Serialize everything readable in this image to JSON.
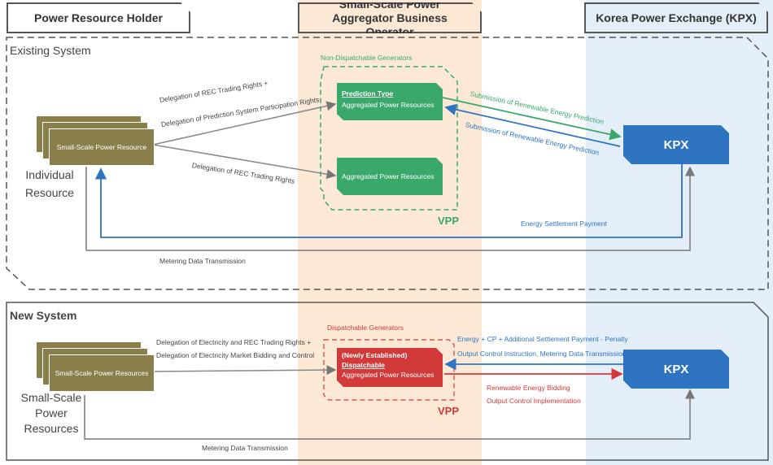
{
  "headers": {
    "holder": "Power Resource Holder",
    "aggregator": "Small-Scale Power Aggregator Business Operator",
    "kpx": "Korea Power Exchange (KPX)"
  },
  "existing": {
    "title": "Existing System",
    "resource_label": "Small-Scale Power Resource",
    "individual_label": "Individual Resource",
    "group_label": "Non-Dispatchable Generators",
    "prediction_type": "Prediction Type",
    "agg_top": "Aggregated Power Resources",
    "agg_bottom": "Aggregated Power Resources",
    "vpp": "VPP",
    "kpx": "KPX",
    "delegation_top_1": "Delegation of REC Trading Rights +",
    "delegation_top_2": "Delegation of Prediction System Participation Rights",
    "delegation_bottom": "Delegation of REC Trading Rights",
    "submission_green": "Submission of Renewable Energy Prediction",
    "submission_blue": "Submission of Renewable Energy Prediction",
    "settlement": "Energy Settlement Payment",
    "metering": "Metering Data Transmission"
  },
  "new": {
    "title": "New System",
    "resource_label": "Small-Scale Power Resources",
    "big_label": "Small-Scale Power Resources",
    "group_label": "Dispatchable Generators",
    "newly": "(Newly Established)",
    "dispatchable": "Dispatchable",
    "agg": "Aggregated Power Resources",
    "vpp": "VPP",
    "kpx": "KPX",
    "delegation_1": "Delegation of Electricity and REC Trading Rights +",
    "delegation_2": "Delegation of Electricity Market Bidding and Control",
    "energy_cp": "Energy + CP + Additional Settlement Payment - Penalty",
    "output_control": "Output Control Instruction, Metering Data Transmission",
    "bidding": "Renewable Energy Bidding",
    "implementation": "Output Control Implementation",
    "metering": "Metering Data Transmission"
  },
  "colors": {
    "olive": "#8a7e4a",
    "green": "#3aa86a",
    "red": "#d23a3a",
    "blue": "#2f74c0",
    "aggregator_bg": "#fbe9d5",
    "kpx_bg": "#e3eef9"
  }
}
